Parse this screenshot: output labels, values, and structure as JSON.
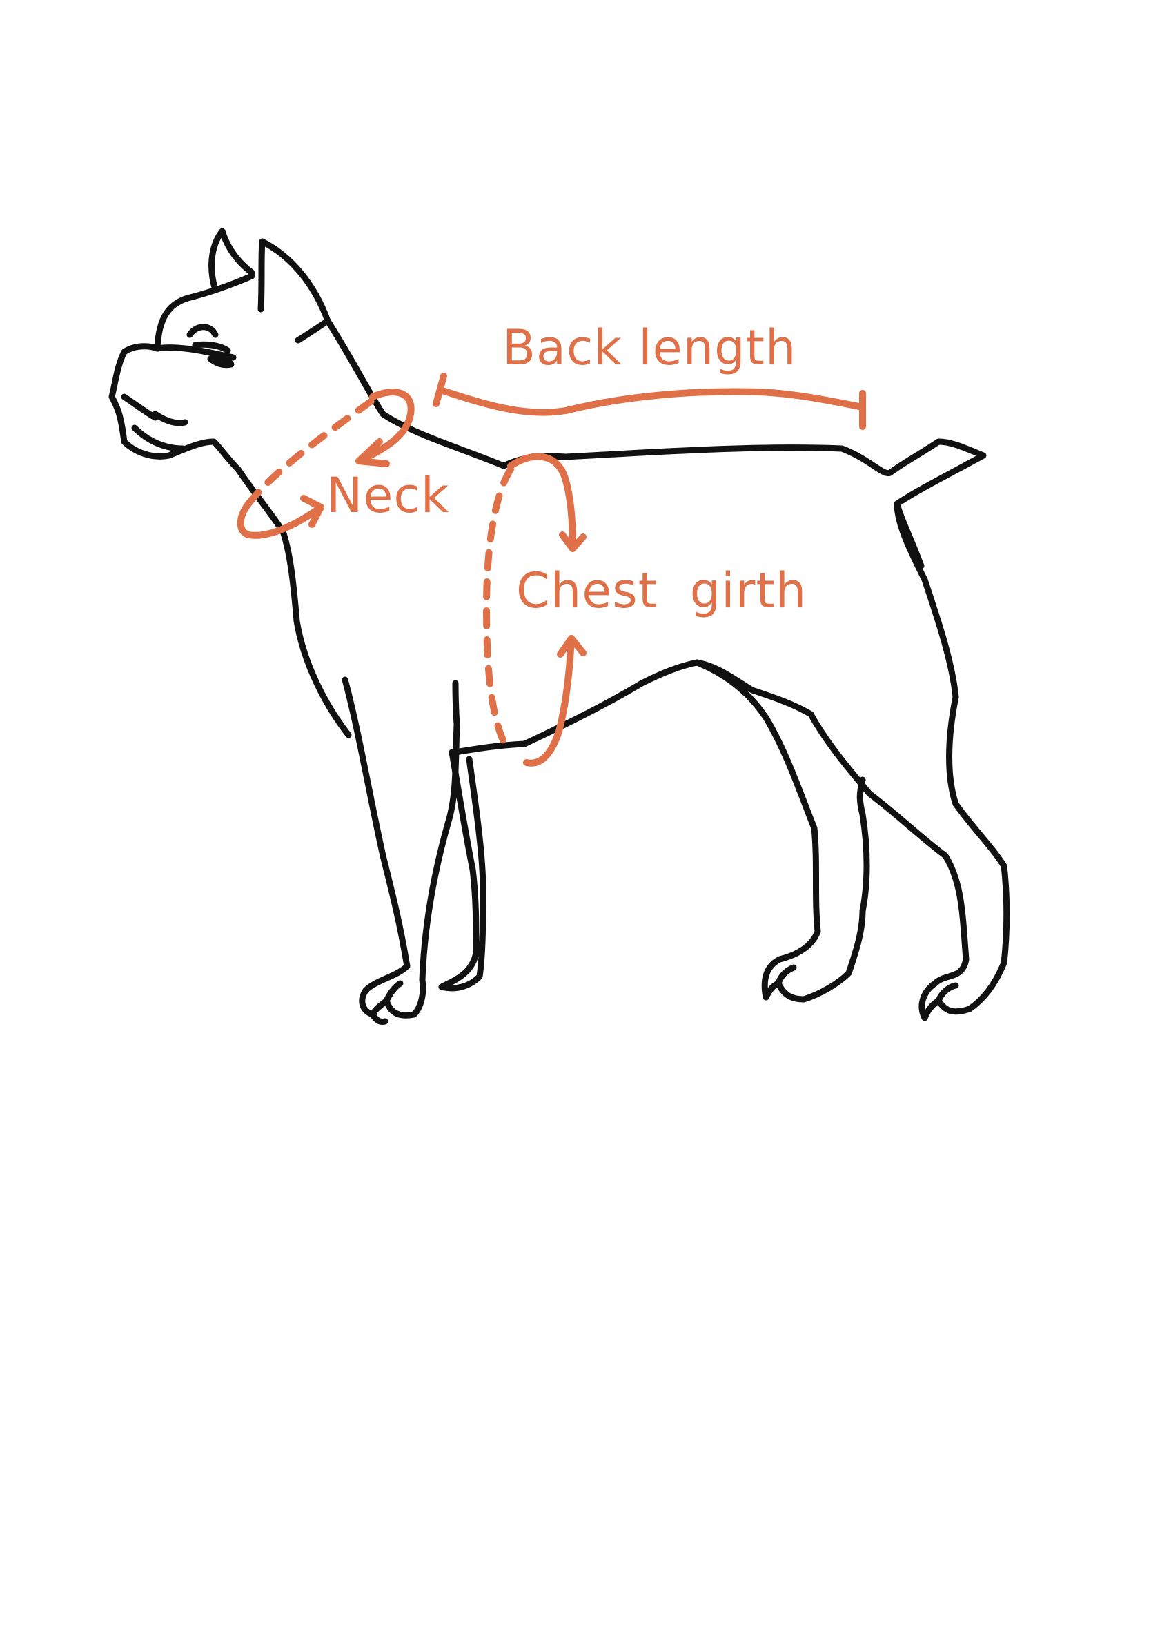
{
  "labels": {
    "back_length": "Back length",
    "neck": "Neck",
    "chest_girth": "Chest  girth"
  },
  "colors": {
    "measurement": "#e07048",
    "outline": "#111111",
    "background": "#ffffff"
  }
}
